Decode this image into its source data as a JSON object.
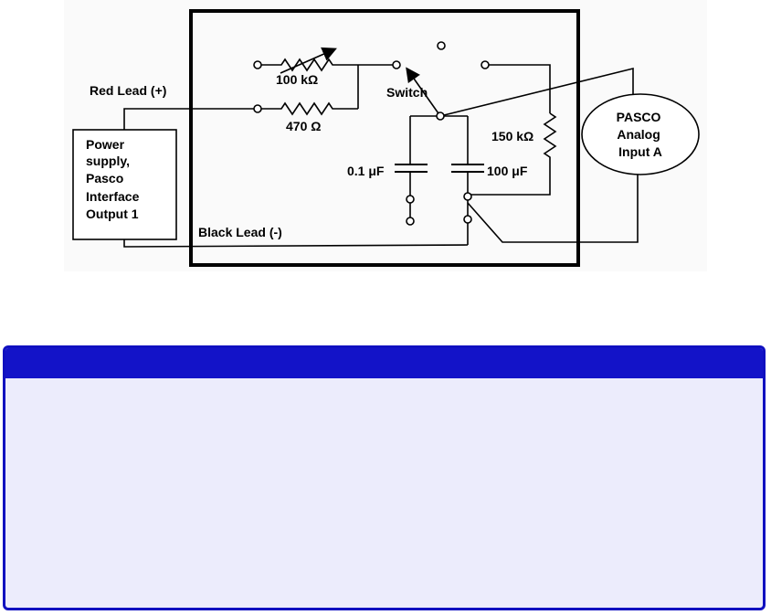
{
  "diagram": {
    "labels": {
      "red_lead": "Red Lead (+)",
      "black_lead": "Black Lead (-)",
      "power_supply": [
        "Power",
        "supply,",
        "Pasco",
        "Interface",
        "Output 1"
      ],
      "variable_resistor": "100 kΩ",
      "resistor_470": "470 Ω",
      "switch": "Switch",
      "resistor_150k": "150 kΩ",
      "cap_small": "0.1 μF",
      "cap_large": "100 μF",
      "pasco_input": [
        "PASCO",
        "Analog",
        "Input A"
      ]
    }
  },
  "panel": {
    "title": "",
    "body": "",
    "colors": {
      "header": "#1313c8",
      "background": "#ececfc",
      "border": "#1010c0"
    }
  }
}
